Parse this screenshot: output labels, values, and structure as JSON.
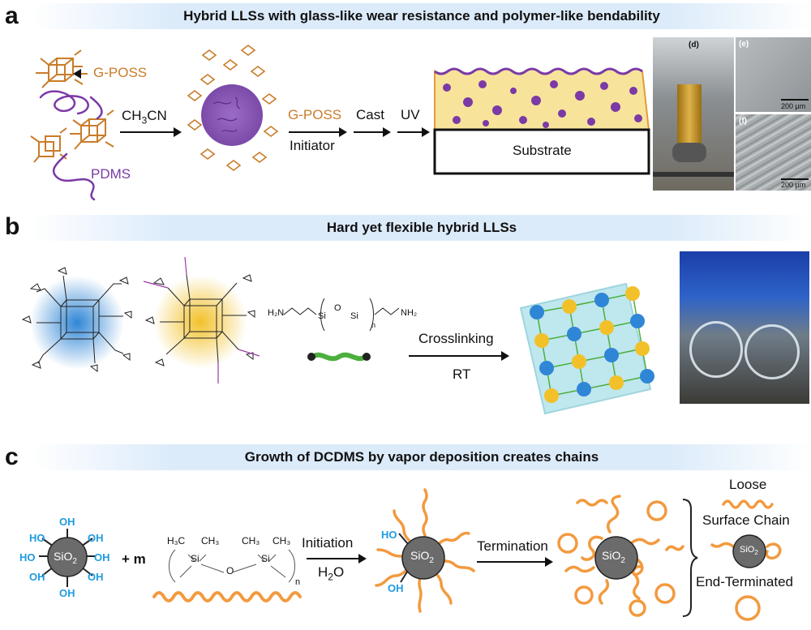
{
  "panel_a": {
    "letter": "a",
    "title": "Hybrid LLSs with glass-like wear resistance and polymer-like bendability",
    "label_gposs": "G-POSS",
    "label_pdms": "PDMS",
    "solvent_main": "CH",
    "solvent_sub": "3",
    "solvent_tail": "CN",
    "label_gposs2": "G-POSS",
    "label_initiator": "Initiator",
    "label_cast": "Cast",
    "label_uv": "UV",
    "label_substrate": "Substrate",
    "photo_d": "(d)",
    "photo_e": "(e)",
    "photo_f": "(f)",
    "scale_e": "200 μm",
    "scale_f": "200 μm",
    "colors": {
      "gposs": "#c97c2a",
      "pdms": "#7b3aa6",
      "coating": "#f7e49a",
      "border": "#e39a3a"
    }
  },
  "panel_b": {
    "letter": "b",
    "title": "Hard yet flexible hybrid LLSs",
    "label_crosslinking": "Crosslinking",
    "label_rt": "RT",
    "chem_h2n": "H₂N",
    "chem_nh2": "NH₂",
    "chem_si": "Si",
    "chem_o": "O",
    "chem_n": "n",
    "colors": {
      "blue_core": "#2f86d6",
      "yellow_core": "#f2c12a",
      "linker": "#4caf3e"
    }
  },
  "panel_c": {
    "letter": "c",
    "title": "Growth of DCDMS by vapor deposition creates chains",
    "oh": "OH",
    "ho": "HO",
    "sio2": "SiO",
    "sio2_sub": "2",
    "plus_m": "+ m",
    "chem_h3c": "H₃C",
    "chem_ch3": "CH₃",
    "chem_si": "Si",
    "chem_o": "O",
    "chem_n": "n",
    "label_initiation": "Initiation",
    "label_h2o_main": "H",
    "label_h2o_sub": "2",
    "label_h2o_tail": "O",
    "label_termination": "Termination",
    "label_loose": "Loose",
    "label_surface_chain": "Surface Chain",
    "label_end_terminated": "End-Terminated",
    "colors": {
      "chain": "#f29a3f",
      "particle": "#6b6b6b",
      "oh": "#1e9be0"
    }
  }
}
